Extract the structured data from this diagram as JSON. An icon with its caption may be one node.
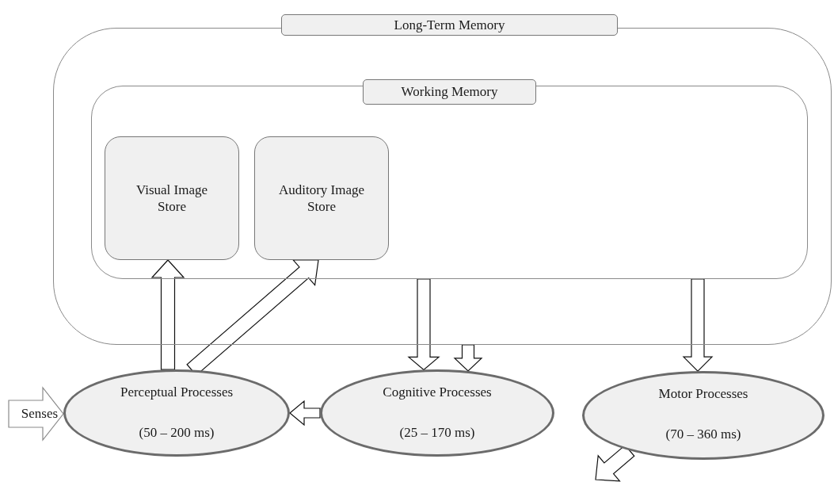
{
  "diagram": {
    "nodes": [
      {
        "text": [
          "Long-Term Memory"
        ]
      },
      {
        "text": [
          "Working Memory"
        ],
        "in": 0
      },
      {
        "text": [
          "Visual Image Store"
        ],
        "in": 1
      },
      {
        "text": [
          "Auditory Image Store"
        ],
        "in": 1
      },
      {
        "text": [
          "Perceptual Processes",
          "(50 – 200 ms)"
        ]
      },
      {
        "text": [
          "Cognitive Processes",
          "(25 – 170 ms)"
        ]
      },
      {
        "text": [
          "Motor Processes",
          "(70 – 360 ms)"
        ]
      }
    ],
    "edges": [
      {
        "from": 4,
        "to": 2,
        "arrow": "to"
      },
      {
        "from": 4,
        "to": 3,
        "arrow": "to"
      },
      {
        "from": 1,
        "to": 5,
        "arrow": "to"
      },
      {
        "from": 0,
        "to": 5,
        "arrow": "to"
      },
      {
        "from": 5,
        "to": 4,
        "arrow": "to"
      },
      {
        "from": 1,
        "to": 6,
        "arrow": "to"
      },
      {
        "from": 6,
        "to": null,
        "arrow": "to"
      },
      {
        "from": null,
        "to": 4,
        "arrow": "to",
        "label": "Senses"
      }
    ]
  }
}
